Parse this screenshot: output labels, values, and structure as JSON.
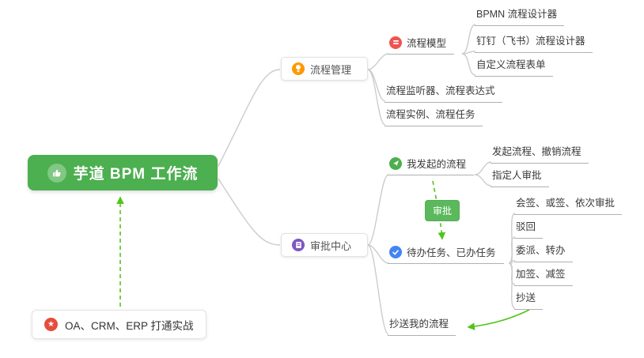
{
  "colors": {
    "root_bg": "#4caf50",
    "edge_gray": "#cccccc",
    "arrow_green": "#52c41a",
    "badge_bg": "#5cb85c",
    "icon_bulb": "#ff9800",
    "icon_model": "#ef5350",
    "icon_clipboard": "#7e57c2",
    "icon_send": "#4caf50",
    "icon_tasks": "#4285f4",
    "icon_star": "#e74c3c"
  },
  "nodes": {
    "root": "芋道 BPM 工作流",
    "note": "OA、CRM、ERP 打通实战",
    "badge": "审批",
    "process_mgmt": "流程管理",
    "process_model": "流程模型",
    "bpmn_designer": "BPMN 流程设计器",
    "dingtalk_designer": "钉钉（飞书）流程设计器",
    "custom_form": "自定义流程表单",
    "listener_expr": "流程监听器、流程表达式",
    "instance_task": "流程实例、流程任务",
    "approval_center": "审批中心",
    "my_initiated": "我发起的流程",
    "initiate_cancel": "发起流程、撤销流程",
    "assignee_approval": "指定人审批",
    "todo_done": "待办任务、已办任务",
    "countersign": "会签、或签、依次审批",
    "reject": "驳回",
    "delegate": "委派、转办",
    "addsign": "加签、减签",
    "cc": "抄送",
    "cc_my": "抄送我的流程"
  }
}
